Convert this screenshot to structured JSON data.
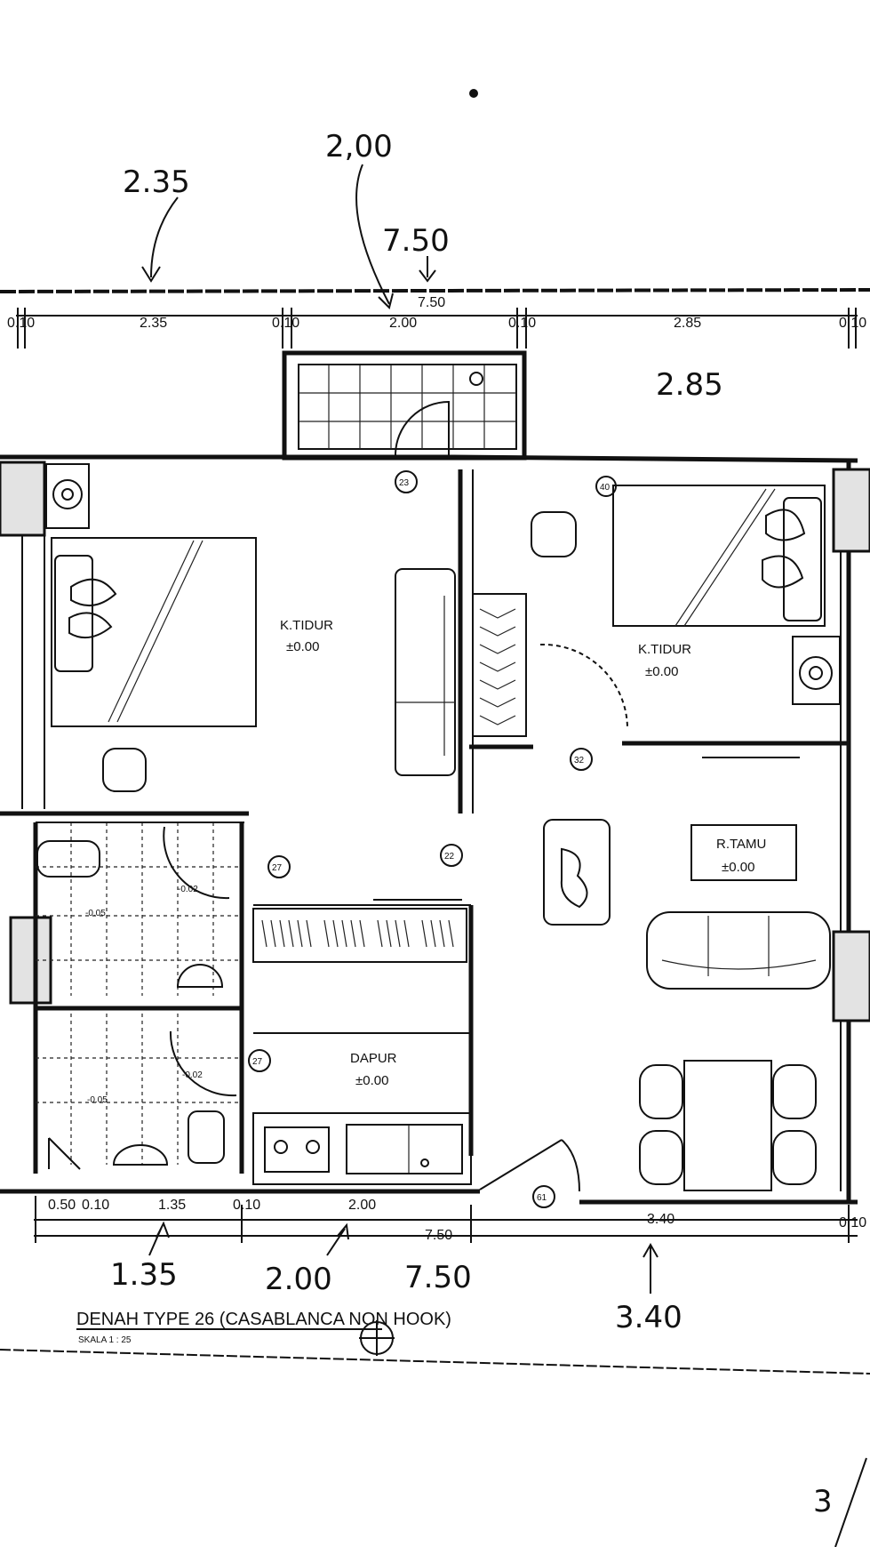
{
  "handwritten": {
    "top_left": "2.35",
    "top_mid": "2,00",
    "top_total": "7.50",
    "top_right": "2.85",
    "bottom_left": "1.35",
    "bottom_mid": "2.00",
    "bottom_total": "7.50",
    "bottom_right": "3.40",
    "corner_mark": "3"
  },
  "dimensions": {
    "top": {
      "total": "7.50",
      "segments": [
        "0.10",
        "2.35",
        "0.10",
        "2.00",
        "0.10",
        "2.85",
        "0.10"
      ]
    },
    "bottom": {
      "total": "7.50",
      "segments": [
        "0.50",
        "0.10",
        "1.35",
        "0.10",
        "2.00",
        "3.40",
        "0.10"
      ]
    }
  },
  "rooms": {
    "bedroom_left": {
      "name": "K.TIDUR",
      "level": "±0.00"
    },
    "bedroom_right": {
      "name": "K.TIDUR",
      "level": "±0.00"
    },
    "living": {
      "name": "R.TAMU",
      "level": "±0.00"
    },
    "kitchen": {
      "name": "DAPUR",
      "level": "±0.00"
    },
    "bath_upper": {
      "level": "-0.02",
      "sub": "-0.05"
    },
    "bath_lower": {
      "level": "-0.02",
      "sub": "-0.05"
    }
  },
  "markers": [
    "23",
    "27",
    "22",
    "40",
    "32",
    "27",
    "61"
  ],
  "title": {
    "main": "DENAH TYPE 26 (CASABLANCA NON HOOK)",
    "scale": "SKALA  1 : 25"
  }
}
